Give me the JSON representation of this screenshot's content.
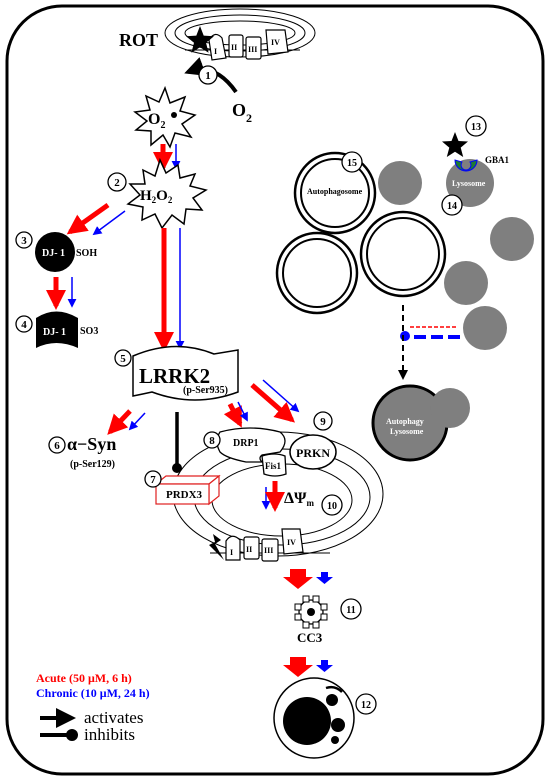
{
  "labels": {
    "rot": "ROT",
    "o2": "O",
    "o2_sub": "2",
    "superoxide_base": "O",
    "superoxide_sub": "2",
    "h2o2_h": "H",
    "h2o2_2a": "2",
    "h2o2_o": "O",
    "h2o2_2b": "2",
    "dj1_soh_name": "DJ- 1",
    "dj1_soh_suffix": "SOH",
    "dj1_so3_name": "DJ- 1",
    "dj1_so3_suffix": "SO3",
    "lrrk2": "LRRK2",
    "lrrk2_phospho": "(p-Ser935)",
    "asyn": "α−Syn",
    "asyn_phospho": "(p-Ser129)",
    "drp1": "DRP1",
    "fis1": "Fis1",
    "prkn": "PRKN",
    "prdx3": "PRDX3",
    "delta_psi": "ΔΨ",
    "delta_psi_sub": "m",
    "cc3": "CC3",
    "autophagosome": "Autophagosome",
    "lysosome": "Lysosome",
    "gba1": "GBA1",
    "autophagy_lysosome_1": "Autophagy",
    "autophagy_lysosome_2": "Lysosome",
    "complex_1": "I",
    "complex_2": "II",
    "complex_3": "III",
    "complex_4": "IV"
  },
  "step_numbers": [
    "1",
    "2",
    "3",
    "4",
    "5",
    "6",
    "7",
    "8",
    "9",
    "10",
    "11",
    "12",
    "13",
    "14",
    "15"
  ],
  "legend": {
    "acute": "Acute (50 μM, 6 h)",
    "chronic": "Chronic (10 μM, 24 h)",
    "activates": "activates",
    "inhibits": "inhibits"
  },
  "colors": {
    "acute": "#ff0000",
    "chronic": "#0000ff",
    "black": "#000000",
    "lysosome_gray": "#7f7f7f",
    "gba1_green": "#1e7b34",
    "prdx3_red": "#e02020"
  }
}
